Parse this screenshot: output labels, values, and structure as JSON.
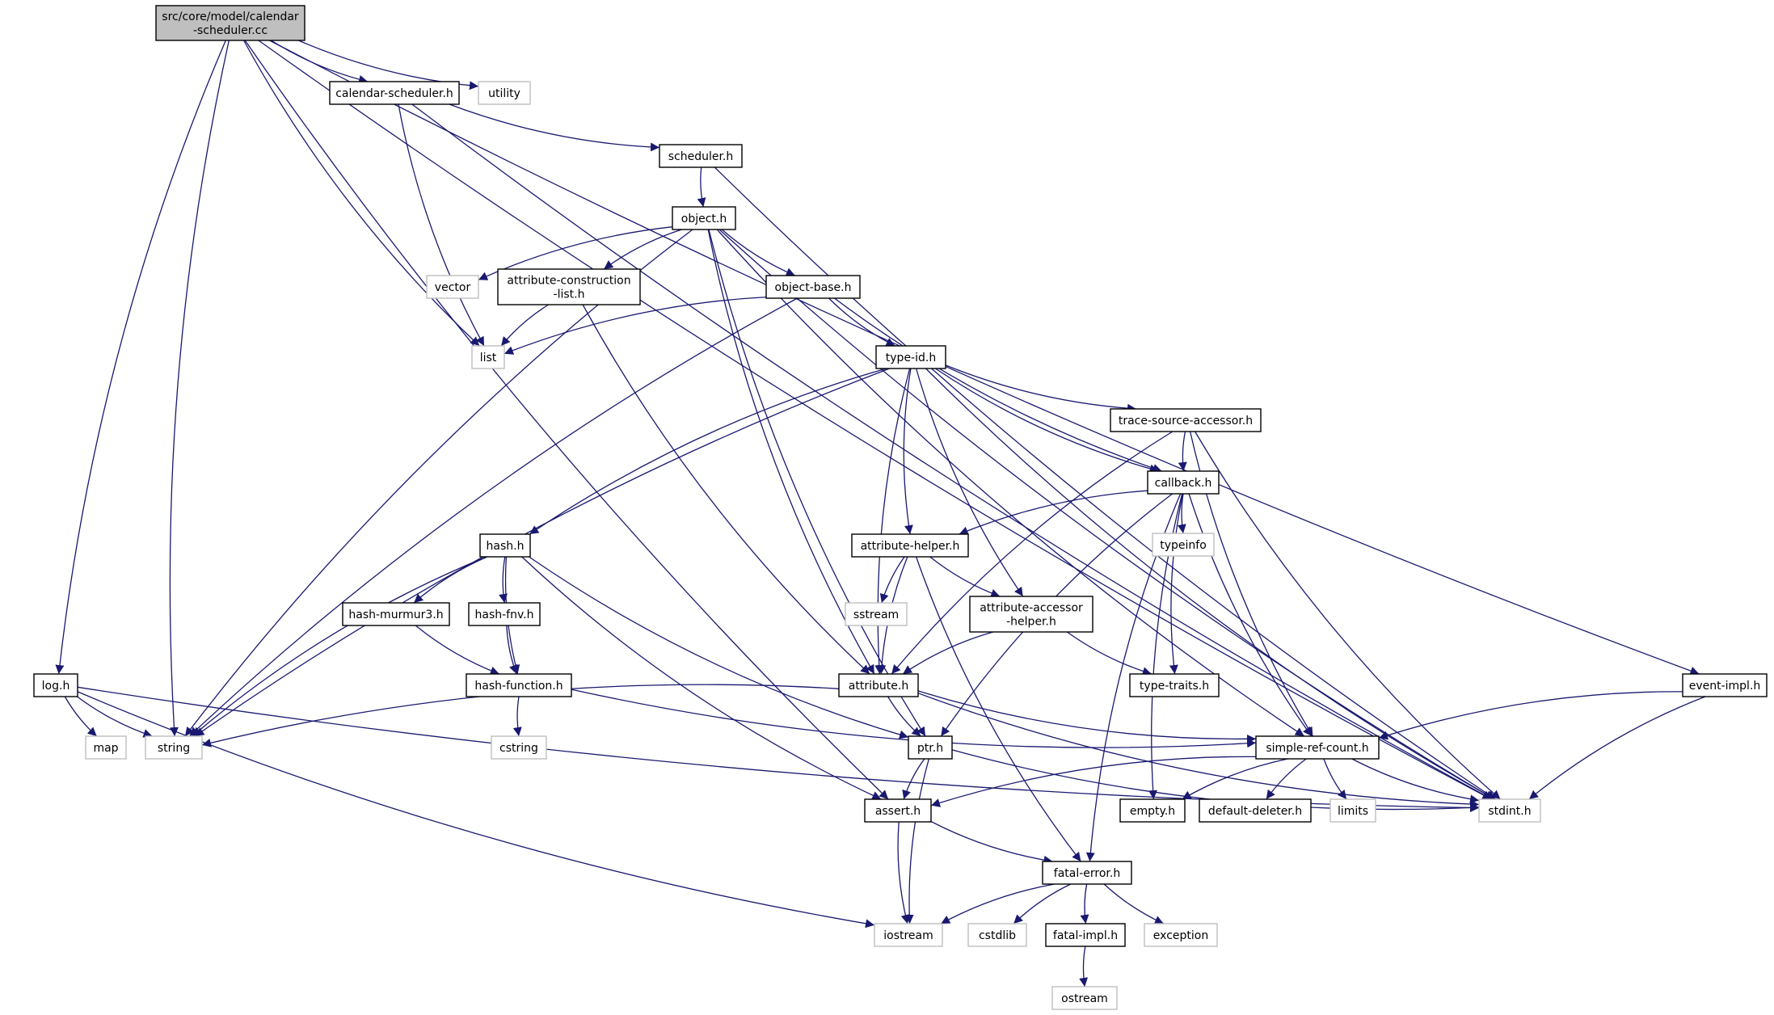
{
  "diagram": {
    "colors": {
      "edge": "#191970",
      "root_fill": "#bfbfbf",
      "system_border": "#bfbfbf",
      "local_border": "#000000"
    },
    "nodes": {
      "root": {
        "lines": [
          "src/core/model/calendar",
          "-scheduler.cc"
        ],
        "kind": "root"
      },
      "calendar_scheduler_h": {
        "lines": [
          "calendar-scheduler.h"
        ],
        "kind": "local"
      },
      "utility": {
        "lines": [
          "utility"
        ],
        "kind": "system"
      },
      "scheduler_h": {
        "lines": [
          "scheduler.h"
        ],
        "kind": "local"
      },
      "object_h": {
        "lines": [
          "object.h"
        ],
        "kind": "local"
      },
      "vector": {
        "lines": [
          "vector"
        ],
        "kind": "system"
      },
      "attribute_construction_list_h": {
        "lines": [
          "attribute-construction",
          "-list.h"
        ],
        "kind": "local"
      },
      "object_base_h": {
        "lines": [
          "object-base.h"
        ],
        "kind": "local"
      },
      "list": {
        "lines": [
          "list"
        ],
        "kind": "system"
      },
      "type_id_h": {
        "lines": [
          "type-id.h"
        ],
        "kind": "local"
      },
      "trace_source_accessor_h": {
        "lines": [
          "trace-source-accessor.h"
        ],
        "kind": "local"
      },
      "callback_h": {
        "lines": [
          "callback.h"
        ],
        "kind": "local"
      },
      "typeinfo": {
        "lines": [
          "typeinfo"
        ],
        "kind": "system"
      },
      "hash_h": {
        "lines": [
          "hash.h"
        ],
        "kind": "local"
      },
      "attribute_helper_h": {
        "lines": [
          "attribute-helper.h"
        ],
        "kind": "local"
      },
      "sstream": {
        "lines": [
          "sstream"
        ],
        "kind": "system"
      },
      "attribute_accessor_helper_h": {
        "lines": [
          "attribute-accessor",
          "-helper.h"
        ],
        "kind": "local"
      },
      "hash_murmur3_h": {
        "lines": [
          "hash-murmur3.h"
        ],
        "kind": "local"
      },
      "hash_fnv_h": {
        "lines": [
          "hash-fnv.h"
        ],
        "kind": "local"
      },
      "hash_function_h": {
        "lines": [
          "hash-function.h"
        ],
        "kind": "local"
      },
      "attribute_h": {
        "lines": [
          "attribute.h"
        ],
        "kind": "local"
      },
      "type_traits_h": {
        "lines": [
          "type-traits.h"
        ],
        "kind": "local"
      },
      "log_h": {
        "lines": [
          "log.h"
        ],
        "kind": "local"
      },
      "map": {
        "lines": [
          "map"
        ],
        "kind": "system"
      },
      "string": {
        "lines": [
          "string"
        ],
        "kind": "system"
      },
      "cstring": {
        "lines": [
          "cstring"
        ],
        "kind": "system"
      },
      "ptr_h": {
        "lines": [
          "ptr.h"
        ],
        "kind": "local"
      },
      "simple_ref_count_h": {
        "lines": [
          "simple-ref-count.h"
        ],
        "kind": "local"
      },
      "event_impl_h": {
        "lines": [
          "event-impl.h"
        ],
        "kind": "local"
      },
      "assert_h": {
        "lines": [
          "assert.h"
        ],
        "kind": "local"
      },
      "empty_h": {
        "lines": [
          "empty.h"
        ],
        "kind": "local"
      },
      "default_deleter_h": {
        "lines": [
          "default-deleter.h"
        ],
        "kind": "local"
      },
      "limits": {
        "lines": [
          "limits"
        ],
        "kind": "system"
      },
      "stdint_h": {
        "lines": [
          "stdint.h"
        ],
        "kind": "system"
      },
      "fatal_error_h": {
        "lines": [
          "fatal-error.h"
        ],
        "kind": "local"
      },
      "iostream": {
        "lines": [
          "iostream"
        ],
        "kind": "system"
      },
      "cstdlib": {
        "lines": [
          "cstdlib"
        ],
        "kind": "system"
      },
      "fatal_impl_h": {
        "lines": [
          "fatal-impl.h"
        ],
        "kind": "local"
      },
      "exception": {
        "lines": [
          "exception"
        ],
        "kind": "system"
      },
      "ostream": {
        "lines": [
          "ostream"
        ],
        "kind": "system"
      }
    },
    "edges": [
      [
        "root",
        "calendar_scheduler_h"
      ],
      [
        "root",
        "utility"
      ],
      [
        "root",
        "list"
      ],
      [
        "root",
        "string"
      ],
      [
        "root",
        "log_h"
      ],
      [
        "root",
        "assert_h"
      ],
      [
        "root",
        "event_impl_h"
      ],
      [
        "root",
        "stdint_h"
      ],
      [
        "calendar_scheduler_h",
        "scheduler_h"
      ],
      [
        "calendar_scheduler_h",
        "list"
      ],
      [
        "calendar_scheduler_h",
        "stdint_h"
      ],
      [
        "scheduler_h",
        "object_h"
      ],
      [
        "scheduler_h",
        "stdint_h"
      ],
      [
        "object_h",
        "vector"
      ],
      [
        "object_h",
        "attribute_construction_list_h"
      ],
      [
        "object_h",
        "object_base_h"
      ],
      [
        "object_h",
        "string"
      ],
      [
        "object_h",
        "ptr_h"
      ],
      [
        "object_h",
        "attribute_h"
      ],
      [
        "object_h",
        "simple_ref_count_h"
      ],
      [
        "object_h",
        "stdint_h"
      ],
      [
        "attribute_construction_list_h",
        "list"
      ],
      [
        "attribute_construction_list_h",
        "attribute_h"
      ],
      [
        "object_base_h",
        "list"
      ],
      [
        "object_base_h",
        "string"
      ],
      [
        "object_base_h",
        "type_id_h"
      ],
      [
        "object_base_h",
        "callback_h"
      ],
      [
        "type_id_h",
        "trace_source_accessor_h"
      ],
      [
        "type_id_h",
        "callback_h"
      ],
      [
        "type_id_h",
        "hash_h"
      ],
      [
        "type_id_h",
        "string"
      ],
      [
        "type_id_h",
        "attribute_helper_h"
      ],
      [
        "type_id_h",
        "attribute_accessor_helper_h"
      ],
      [
        "type_id_h",
        "attribute_h"
      ],
      [
        "type_id_h",
        "stdint_h"
      ],
      [
        "trace_source_accessor_h",
        "callback_h"
      ],
      [
        "trace_source_accessor_h",
        "attribute_h"
      ],
      [
        "trace_source_accessor_h",
        "simple_ref_count_h"
      ],
      [
        "trace_source_accessor_h",
        "stdint_h"
      ],
      [
        "callback_h",
        "typeinfo"
      ],
      [
        "callback_h",
        "attribute_helper_h"
      ],
      [
        "callback_h",
        "type_traits_h"
      ],
      [
        "callback_h",
        "ptr_h"
      ],
      [
        "callback_h",
        "simple_ref_count_h"
      ],
      [
        "callback_h",
        "empty_h"
      ],
      [
        "callback_h",
        "fatal_error_h"
      ],
      [
        "hash_h",
        "hash_murmur3_h"
      ],
      [
        "hash_h",
        "hash_fnv_h"
      ],
      [
        "hash_h",
        "hash_function_h"
      ],
      [
        "hash_h",
        "string"
      ],
      [
        "hash_h",
        "ptr_h"
      ],
      [
        "hash_h",
        "assert_h"
      ],
      [
        "attribute_helper_h",
        "sstream"
      ],
      [
        "attribute_helper_h",
        "attribute_accessor_helper_h"
      ],
      [
        "attribute_helper_h",
        "attribute_h"
      ],
      [
        "attribute_helper_h",
        "fatal_error_h"
      ],
      [
        "attribute_accessor_helper_h",
        "attribute_h"
      ],
      [
        "attribute_accessor_helper_h",
        "type_traits_h"
      ],
      [
        "hash_murmur3_h",
        "hash_function_h"
      ],
      [
        "hash_fnv_h",
        "hash_function_h"
      ],
      [
        "hash_function_h",
        "cstring"
      ],
      [
        "hash_function_h",
        "simple_ref_count_h"
      ],
      [
        "attribute_h",
        "string"
      ],
      [
        "attribute_h",
        "ptr_h"
      ],
      [
        "attribute_h",
        "simple_ref_count_h"
      ],
      [
        "attribute_h",
        "stdint_h"
      ],
      [
        "log_h",
        "map"
      ],
      [
        "log_h",
        "string"
      ],
      [
        "log_h",
        "stdint_h"
      ],
      [
        "log_h",
        "iostream"
      ],
      [
        "ptr_h",
        "assert_h"
      ],
      [
        "ptr_h",
        "iostream"
      ],
      [
        "ptr_h",
        "stdint_h"
      ],
      [
        "simple_ref_count_h",
        "assert_h"
      ],
      [
        "simple_ref_count_h",
        "empty_h"
      ],
      [
        "simple_ref_count_h",
        "default_deleter_h"
      ],
      [
        "simple_ref_count_h",
        "limits"
      ],
      [
        "simple_ref_count_h",
        "stdint_h"
      ],
      [
        "event_impl_h",
        "simple_ref_count_h"
      ],
      [
        "event_impl_h",
        "stdint_h"
      ],
      [
        "assert_h",
        "iostream"
      ],
      [
        "assert_h",
        "fatal_error_h"
      ],
      [
        "fatal_error_h",
        "iostream"
      ],
      [
        "fatal_error_h",
        "cstdlib"
      ],
      [
        "fatal_error_h",
        "fatal_impl_h"
      ],
      [
        "fatal_error_h",
        "exception"
      ],
      [
        "fatal_impl_h",
        "ostream"
      ]
    ]
  }
}
